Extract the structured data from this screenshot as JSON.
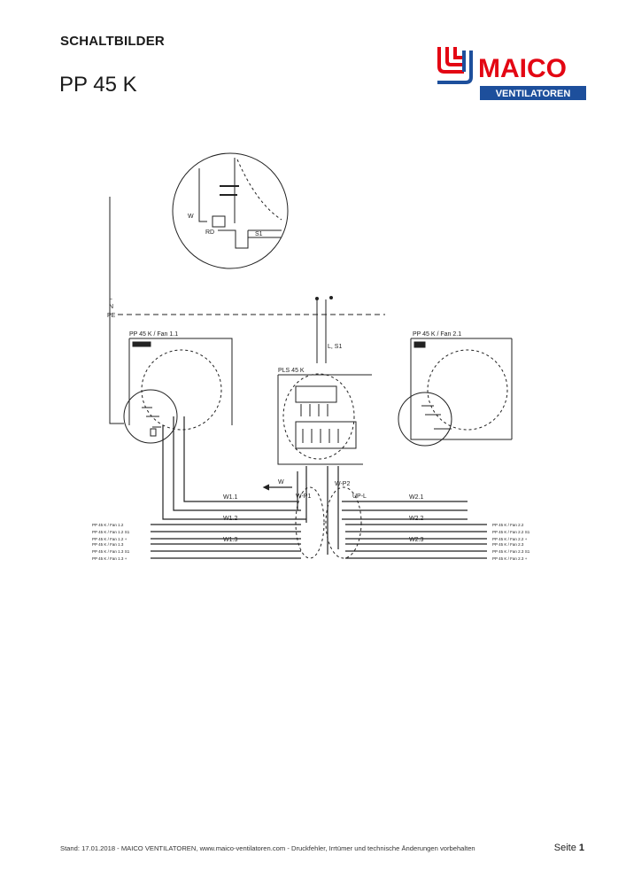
{
  "header": {
    "heading": "SCHALTBILDER",
    "product": "PP 45 K"
  },
  "logo": {
    "brand": "MAICO",
    "subline": "VENTILATOREN",
    "colors": {
      "red": "#e30613",
      "blue": "#1d4f9c"
    }
  },
  "diagram": {
    "labels": {
      "mains_l": "L",
      "mains_n": "N",
      "mains_pe": "PE",
      "fan_left": "PP 45 K / Fan 1.1",
      "fan_right": "PP 45 K / Fan 2.1",
      "controller": "PLS 45 K",
      "l_s1": "L, S1",
      "w_out": "W",
      "wp1": "W-P1",
      "wp2": "W-P2",
      "up_l": "UP-L",
      "w11": "W1.1",
      "w12": "W1.2",
      "w13": "W1.3",
      "w21": "W2.1",
      "w22": "W2.2",
      "w23": "W2.3",
      "detail_w": "W",
      "detail_rd": "RD",
      "detail_s1": "S1"
    },
    "left_terminals": [
      "PP 45 K / Fan 1.2",
      "PP 45 K / Fan 1.2 S1",
      "PP 45 K / Fan 1.2 +",
      "PP 45 K / Fan 1.3",
      "PP 45 K / Fan 1.3 S1",
      "PP 45 K / Fan 1.3 +"
    ],
    "right_terminals": [
      "PP 45 K / Fan 2.2",
      "PP 45 K / Fan 2.2 S1",
      "PP 45 K / Fan 2.2 +",
      "PP 45 K / Fan 2.3",
      "PP 45 K / Fan 2.3 S1",
      "PP 45 K / Fan 2.3 +"
    ]
  },
  "footer": {
    "text": "Stand: 17.01.2018 - MAICO VENTILATOREN, www.maico-ventilatoren.com - Druckfehler, Irrtümer und technische Änderungen vorbehalten",
    "page_prefix": "Seite",
    "page_number": "1"
  }
}
